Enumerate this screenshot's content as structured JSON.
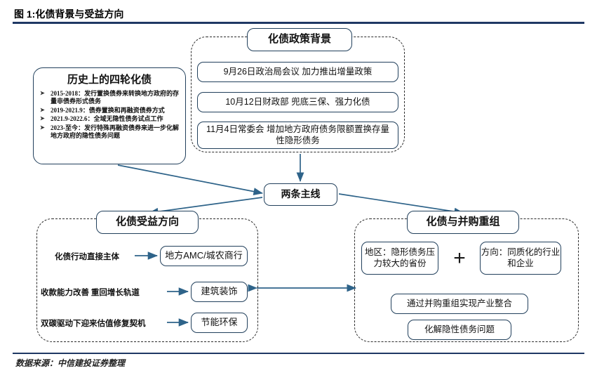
{
  "header": {
    "figure_label": "图 1:化债背景与受益方向"
  },
  "footer": {
    "source": "数据来源：中信建投证券整理"
  },
  "colors": {
    "rule": "#1F3864",
    "node_border": "#22405C",
    "group_border": "#2B2B2B",
    "arrow": "#2E6389"
  },
  "history_box": {
    "title": "历史上的四轮化债",
    "items": [
      "2015-2018：发行置换债券来转换地方政府的存量非债券形式债务",
      "2019-2021.9：债券置换和再融资债券方式",
      "2021.9-2022.6：全域无隐性债务试点工作",
      "2023-至今：发行特殊再融资债券来进一步化解地方政府的隐性债务问题"
    ]
  },
  "policy_group": {
    "title": "化债政策背景",
    "items": [
      "9月26日政治局会议  加力推出增量政策",
      "10月12日财政部  兜底三保、强力化债",
      "11月4日常委会  增加地方政府债务限额置换存量性隐形债务"
    ]
  },
  "main_node": {
    "label": "两条主线"
  },
  "left_group": {
    "title": "化债受益方向",
    "rows": [
      {
        "reason": "化债行动直接主体",
        "target": "地方AMC/城农商行"
      },
      {
        "reason": "收款能力改善 重回增长轨道",
        "target": "建筑装饰"
      },
      {
        "reason": "双碳驱动下迎来估值修复契机",
        "target": "节能环保"
      }
    ]
  },
  "right_group": {
    "title": "化债与并购重组",
    "criteria_left": "地区：隐形债务压力较大的省份",
    "criteria_operator": "+",
    "criteria_right": "方向：同质化的行业和企业",
    "outcomes": [
      "通过并购重组实现产业整合",
      "化解隐性债务问题"
    ]
  }
}
